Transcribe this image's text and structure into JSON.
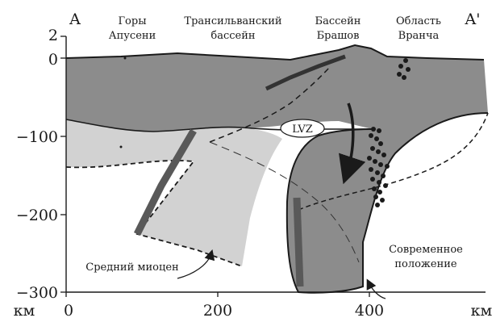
{
  "profile": {
    "start_label": "A",
    "end_label": "A'"
  },
  "regions": [
    {
      "line1": "Горы",
      "line2": "Апусени"
    },
    {
      "line1": "Трансильванский",
      "line2": "бассейн"
    },
    {
      "line1": "Бассейн",
      "line2": "Брашов"
    },
    {
      "line1": "Область",
      "line2": "Вранча"
    }
  ],
  "y_axis": {
    "ticks": [
      "2",
      "0",
      "−100",
      "−200",
      "−300"
    ],
    "unit": "км"
  },
  "x_axis": {
    "ticks": [
      "0",
      "200",
      "400"
    ],
    "unit": "км"
  },
  "annotations": {
    "lvz": "LVZ",
    "middle_miocene": "Средний миоцен",
    "present_line1": "Современное",
    "present_line2": "положение"
  },
  "colors": {
    "present_slab": "#8c8c8c",
    "miocene_slab": "#d2d2d2",
    "slab_edge": "#595959"
  }
}
